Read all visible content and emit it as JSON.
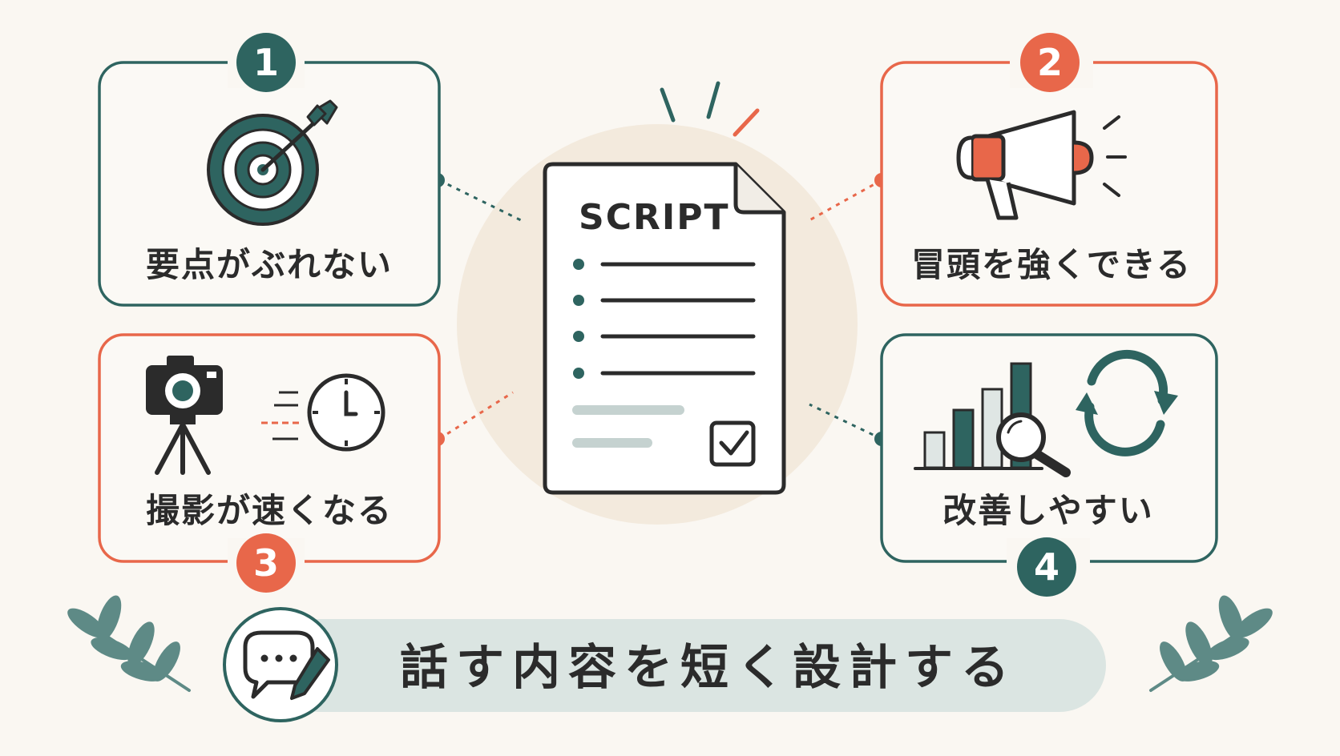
{
  "colors": {
    "background": "#faf7f2",
    "teal": "#2e6460",
    "coral": "#e8674a",
    "ink": "#2b2b2b",
    "pale_circle": "#f3eadd",
    "banner": "#dbe5e2",
    "leaf": "#5e8a86",
    "line_gray": "#c5d2d0"
  },
  "center_document": {
    "title": "SCRIPT",
    "icon": "script-document-icon",
    "check_icon": "checkbox-checked-icon"
  },
  "cards": [
    {
      "number": "1",
      "label": "要点がぶれない",
      "icon": "target-arrow-icon",
      "accent": "teal"
    },
    {
      "number": "2",
      "label": "冒頭を強くできる",
      "icon": "megaphone-icon",
      "accent": "coral"
    },
    {
      "number": "3",
      "label": "撮影が速くなる",
      "icon": "camera-tripod-clock-icon",
      "accent": "coral"
    },
    {
      "number": "4",
      "label": "改善しやすい",
      "icon": "bar-chart-magnifier-refresh-icon",
      "accent": "teal"
    }
  ],
  "banner": {
    "text": "話す内容を短く設計する",
    "icon": "speech-bubble-pencil-icon"
  },
  "decorations": {
    "left_leaf": "leaf-branch-icon",
    "right_leaf": "leaf-branch-icon"
  }
}
